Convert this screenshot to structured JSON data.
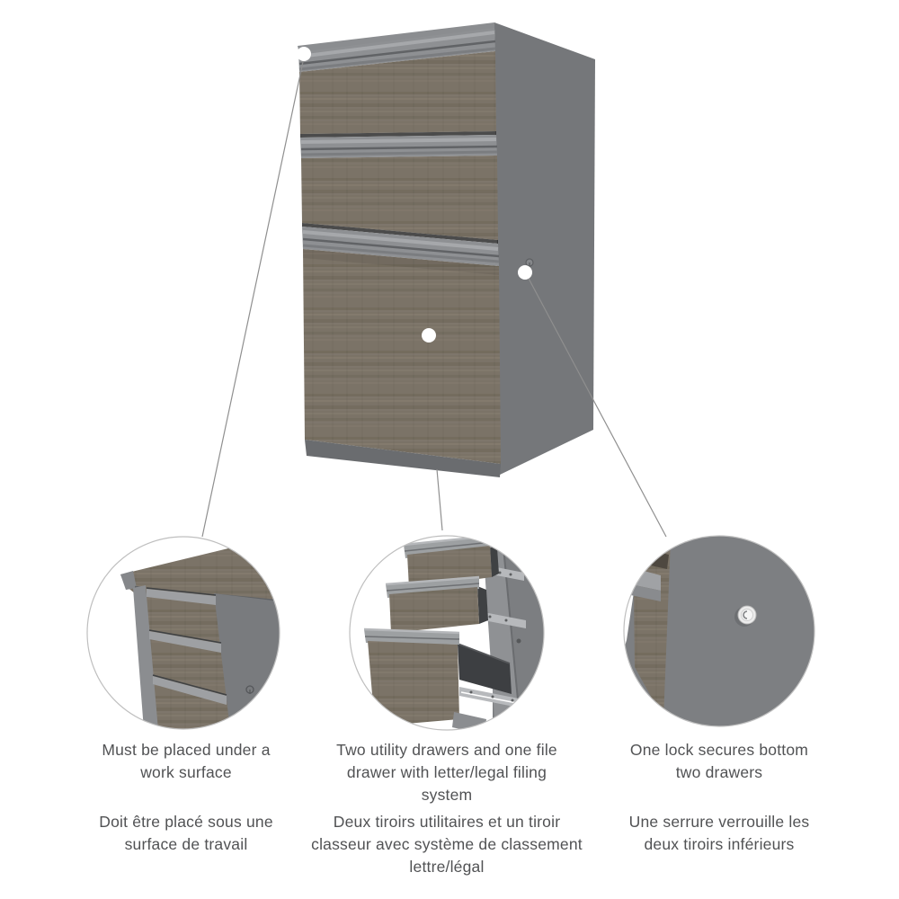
{
  "page": {
    "background": "#ffffff"
  },
  "colors": {
    "wood": "#7b7367",
    "cabinet_gray": "#75777a",
    "panel_top": "#8b8d90",
    "trim_gray": "#8e9093",
    "trim_highlight": "#a6a8ab",
    "trim_shadow": "#616366",
    "base_gray": "#6a6c6f",
    "drawer_box": "#3f4143",
    "rail_metal": "#b7b9bc",
    "lock_white": "#ececec",
    "connector_line": "#8f8f8f",
    "circle_outline": "#bfbfbf",
    "text": "#515254"
  },
  "callouts": [
    {
      "id": "work-surface",
      "text_en": "Must be placed under a work surface",
      "text_fr": "Doit être placé sous une surface de travail"
    },
    {
      "id": "drawers",
      "text_en": "Two utility drawers and one file drawer with letter/legal filing system",
      "text_fr": "Deux tiroirs utilitaires et un tiroir classeur avec système de classement lettre/légal"
    },
    {
      "id": "lock",
      "text_en": "One lock secures bottom two drawers",
      "text_fr": "Une serrure verrouille les deux tiroirs inférieurs"
    }
  ]
}
